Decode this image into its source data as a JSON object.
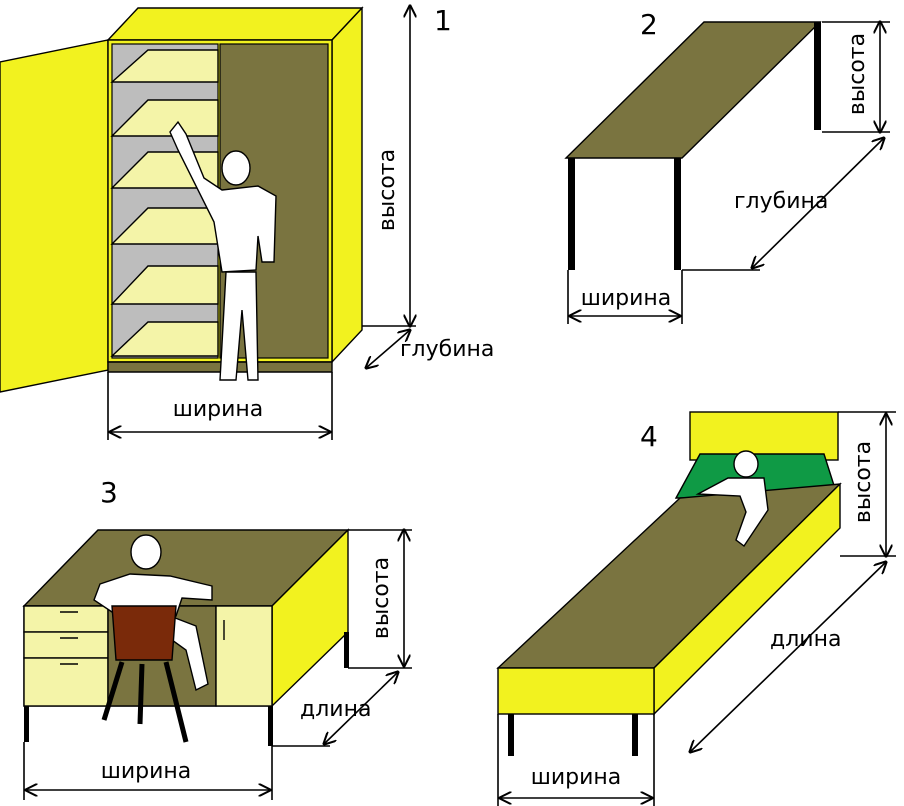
{
  "colors": {
    "yellow": "#f2f21f",
    "yellow_dark": "#c8c814",
    "pale": "#f4f4a8",
    "olive": "#7a7440",
    "olive_dark": "#5e5a30",
    "green": "#0f9a45",
    "gray": "#bdbdbd",
    "chair": "#7a2a0a",
    "line": "#000000",
    "figure": "#ffffff"
  },
  "items": [
    {
      "id": "wardrobe",
      "number": "1",
      "labels": {
        "height": "высота",
        "depth": "глубина",
        "width": "ширина"
      }
    },
    {
      "id": "table",
      "number": "2",
      "labels": {
        "height": "высота",
        "depth": "глубина",
        "width": "ширина"
      }
    },
    {
      "id": "desk",
      "number": "3",
      "labels": {
        "height": "высота",
        "length": "длина",
        "width": "ширина"
      }
    },
    {
      "id": "bed",
      "number": "4",
      "labels": {
        "height": "высота",
        "length": "длина",
        "width": "ширина"
      }
    }
  ]
}
